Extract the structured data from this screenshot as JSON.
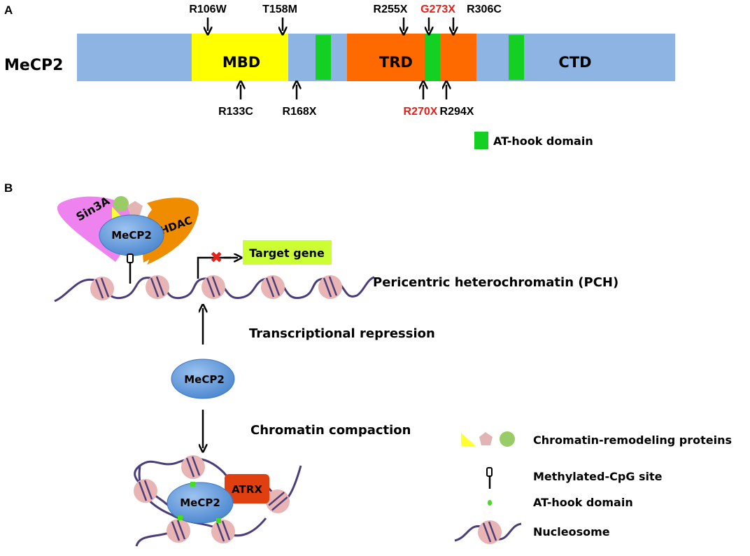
{
  "panel_a": {
    "label": "A",
    "protein_name": "MeCP2",
    "domains": {
      "mbd": "MBD",
      "trd": "TRD",
      "ctd": "CTD"
    },
    "mutations_top": [
      "R106W",
      "T158M",
      "R255X",
      "G273X",
      "R306C"
    ],
    "mutations_bottom": [
      "R133C",
      "R168X",
      "R270X",
      "R294X"
    ],
    "legend_at_hook": "AT-hook domain"
  },
  "panel_b": {
    "label": "B",
    "complex": {
      "sin3a": "Sin3A",
      "mecp2": "MeCP2",
      "hdac": "HDAC"
    },
    "target_gene": "Target gene",
    "pch_label": "Pericentric heterochromatin (PCH)",
    "transcriptional_repression": "Transcriptional repression",
    "free_mecp2": "MeCP2",
    "chromatin_compaction": "Chromatin compaction",
    "compact_mecp2": "MeCP2",
    "atrx": "ATRX",
    "legend": {
      "remodeling": "Chromatin-remodeling proteins",
      "methyl_cpg": "Methylated-CpG site",
      "at_hook": "AT-hook domain",
      "nucleosome": "Nucleosome"
    }
  },
  "colors": {
    "protein_bar": "#8EB4E3",
    "mbd": "#FFFF00",
    "trd": "#FF6A00",
    "at_hook": "#14D022",
    "highlight_mutation": "#E8201A",
    "sin3a": "#EE82EE",
    "hdac": "#F08C00",
    "mecp2": "#5B9BD5",
    "target_gene_box": "#CCFF33",
    "nucleosome": "#E8B4B4",
    "dna": "#4B3D7A",
    "atrx": "#E04010"
  }
}
